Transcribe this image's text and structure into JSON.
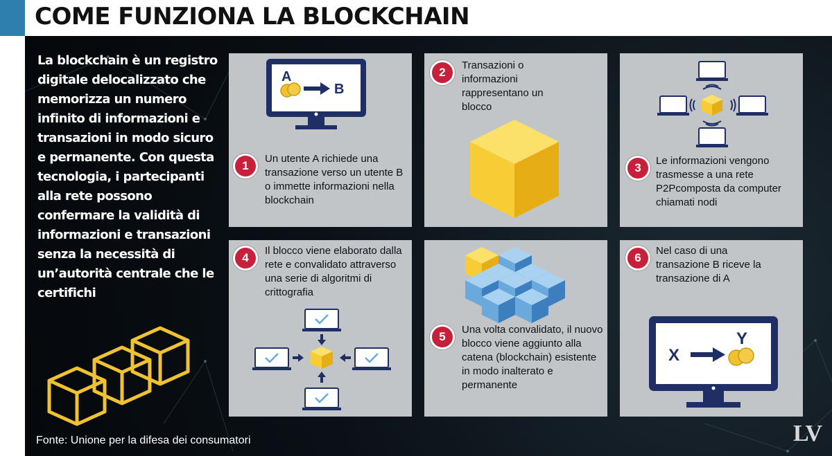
{
  "title": "COME FUNZIONA LA BLOCKCHAIN",
  "intro": "La blockchain è un registro digitale delocalizzato che memorizza un numero infinito di informazioni e transazioni in modo sicuro e permanente. Con questa tecnologia, i partecipanti alla rete possono confermare la validità di informazioni e transazioni senza la necessità di un’autorità centrale che le certifichi",
  "source": "Fonte: Unione per la difesa dei consumatori",
  "logo": "LV",
  "colors": {
    "accent": "#2f7fae",
    "badge": "#c8203a",
    "panel": "#c2c5c7",
    "navy": "#1f2f66",
    "gold": "#f0c232",
    "blue": "#6aa9dc"
  },
  "steps": [
    {
      "number": "1",
      "text": "Un utente A richiede una transazione verso un utente B o immette informazioni nella blockchain",
      "icon": "monitor-transfer-icon",
      "labels": {
        "from": "A",
        "to": "B"
      }
    },
    {
      "number": "2",
      "text": "Transazioni o informazioni rappresentano un blocco",
      "icon": "block-cube-icon"
    },
    {
      "number": "3",
      "text": "Le informazioni vengono trasmesse a una rete P2Pcomposta da computer chiamati nodi",
      "icon": "p2p-network-icon"
    },
    {
      "number": "4",
      "text": "Il blocco viene elaborato dalla rete e convalidato attraverso una serie di algoritmi di crittografia",
      "icon": "validation-network-icon"
    },
    {
      "number": "5",
      "text": "Una volta convalidato, il nuovo blocco viene aggiunto alla catena (blockchain) esistente in modo inalterato e permanente",
      "icon": "blockchain-cubes-icon"
    },
    {
      "number": "6",
      "text": "Nel caso di una transazione B riceve la transazione di A",
      "icon": "monitor-transfer-icon",
      "labels": {
        "from": "X",
        "to": "Y"
      }
    }
  ]
}
